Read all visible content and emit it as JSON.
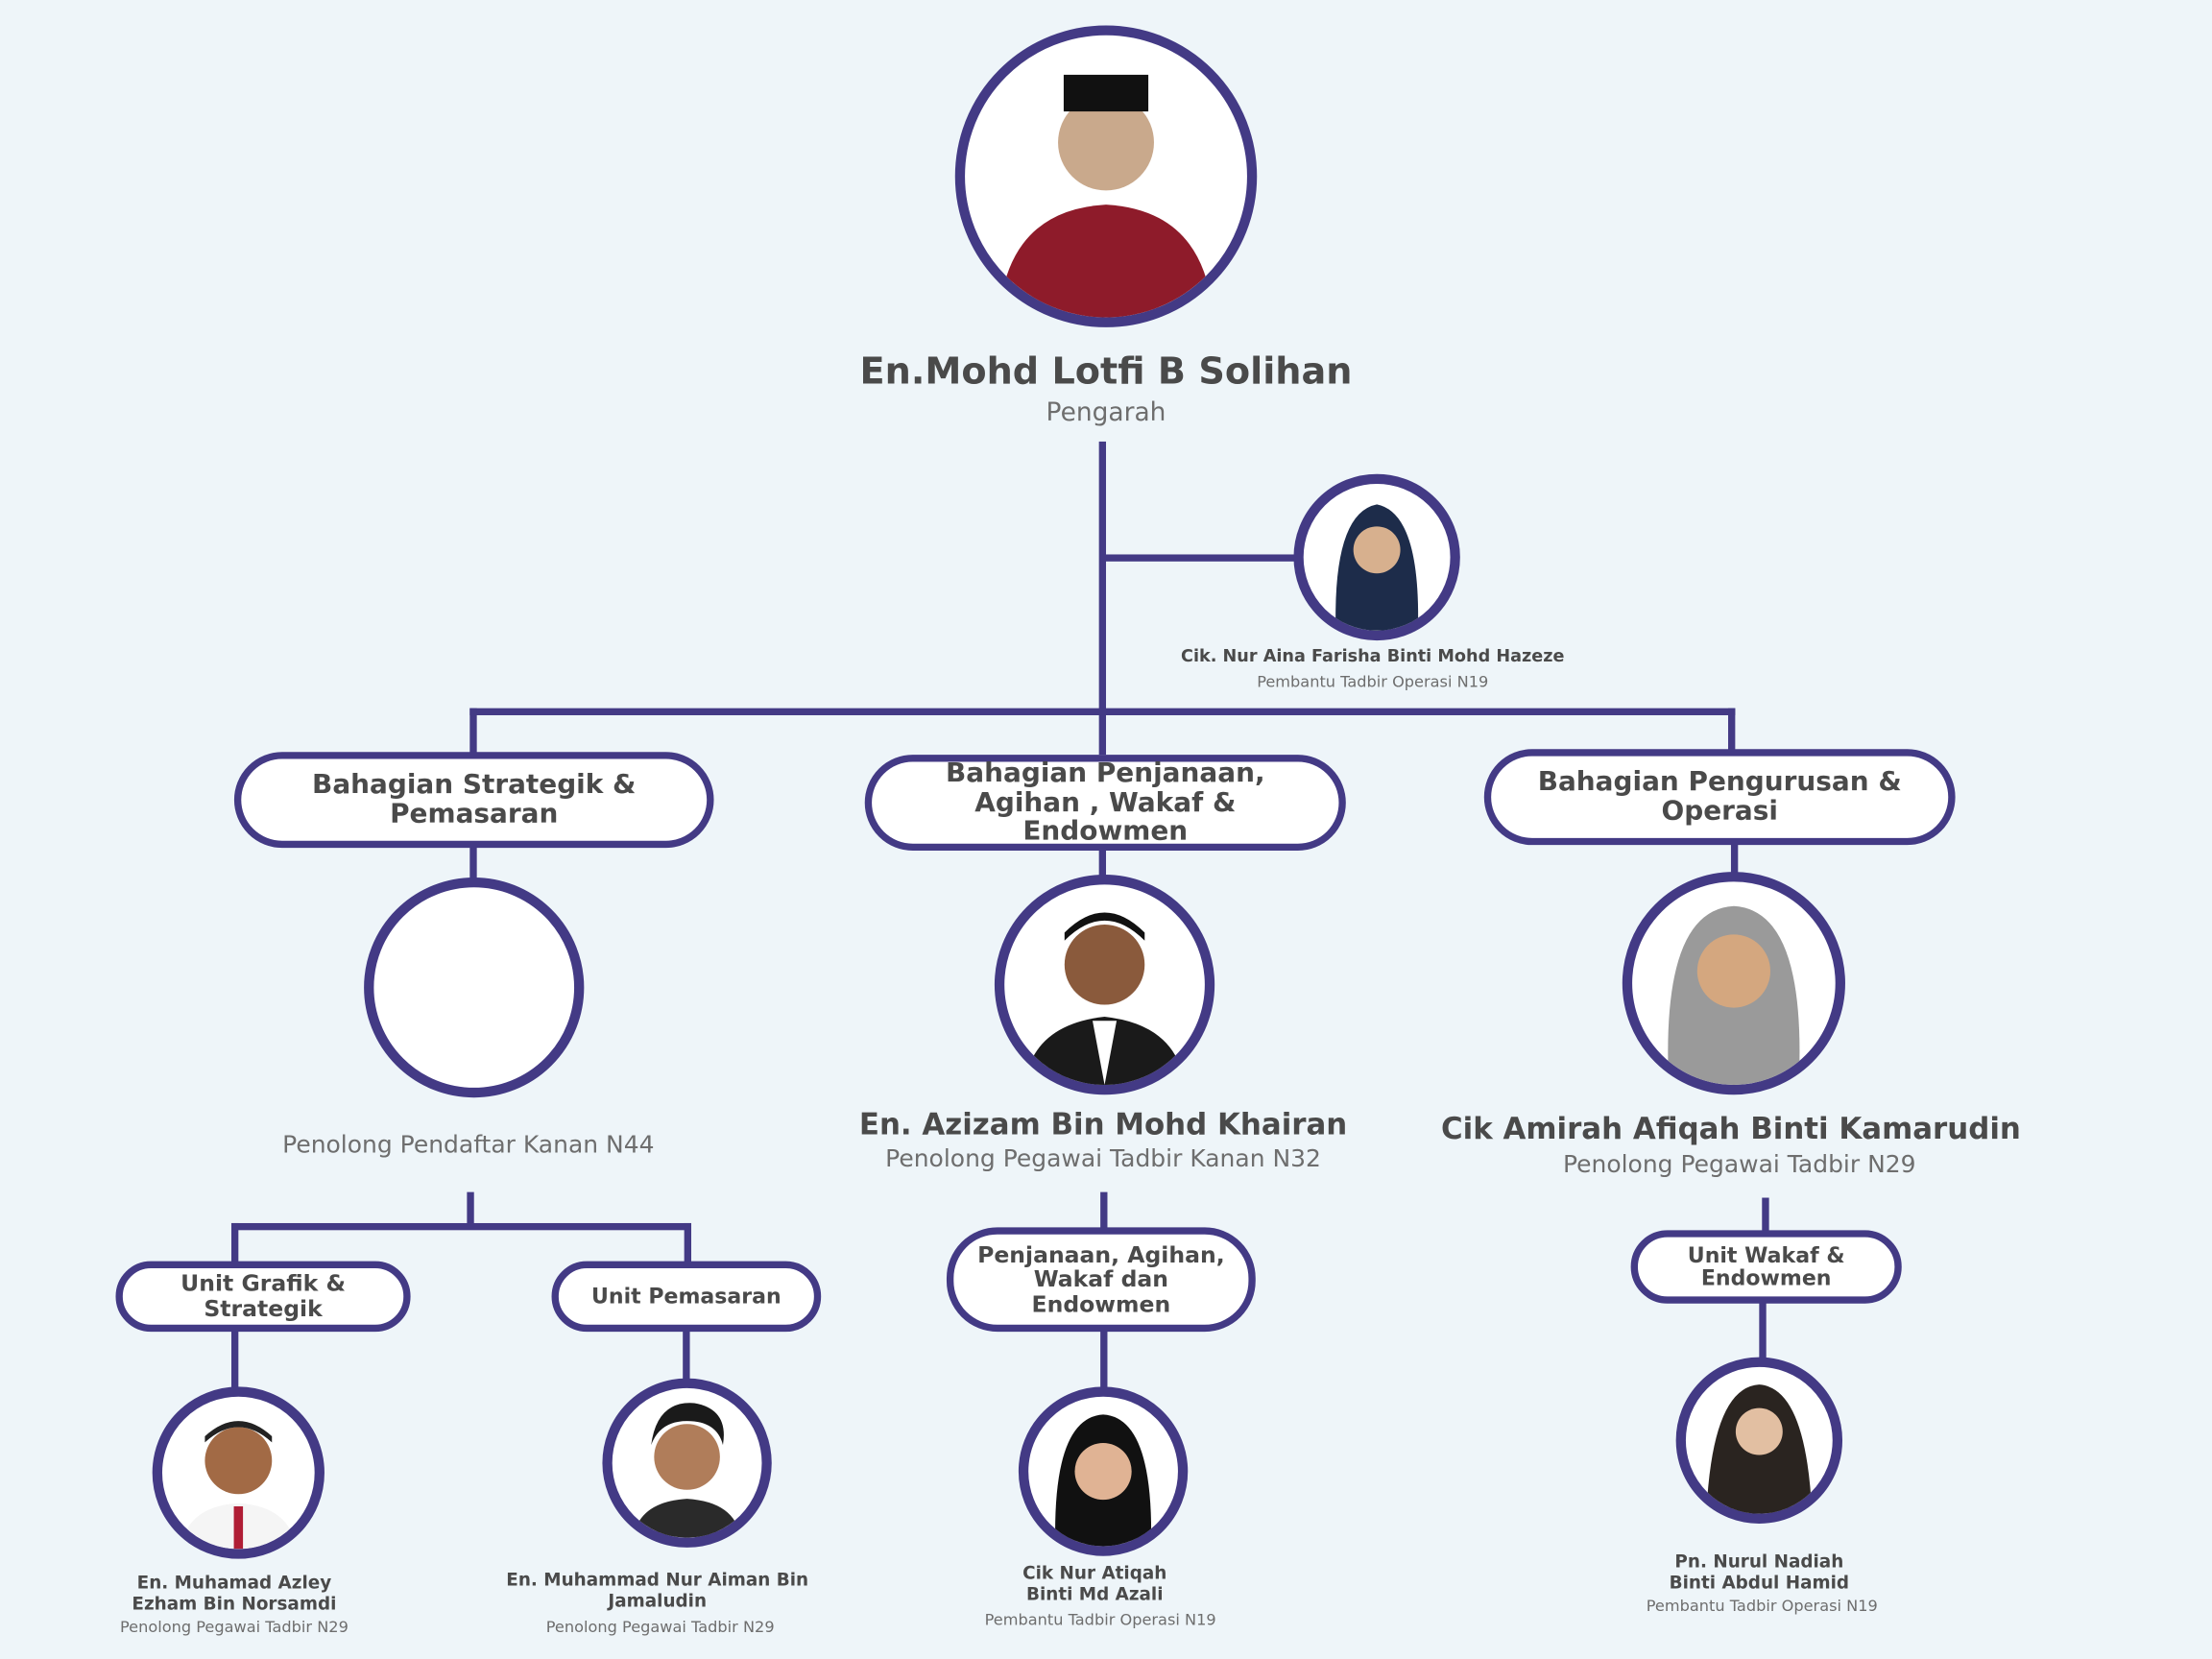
{
  "colors": {
    "background": "#eef5f9",
    "accent": "#433a85",
    "text": "#4a4a4a",
    "subtext": "#6e6e6e"
  },
  "director": {
    "name": "En.Mohd Lotfi B Solihan",
    "title": "Pengarah",
    "photo": "person-photo"
  },
  "secretary": {
    "name": "Cik. Nur Aina Farisha Binti Mohd Hazeze",
    "title": "Pembantu Tadbir Operasi N19",
    "photo": "person-photo"
  },
  "divisions": [
    {
      "label": "Bahagian Strategik & Pemasaran",
      "head": {
        "name": "",
        "title": "Penolong Pendaftar Kanan N44",
        "photo": "empty-photo"
      },
      "units": [
        {
          "label": "Unit Grafik & Strategik",
          "staff": {
            "name_line1": "En. Muhamad Azley",
            "name_line2": "Ezham Bin Norsamdi",
            "title": "Penolong Pegawai Tadbir N29"
          }
        },
        {
          "label": "Unit Pemasaran",
          "staff": {
            "name_line1": "En. Muhammad Nur Aiman Bin",
            "name_line2": "Jamaludin",
            "title": "Penolong Pegawai Tadbir N29"
          }
        }
      ]
    },
    {
      "label": "Bahagian Penjanaan, Agihan , Wakaf & Endowmen",
      "head": {
        "name": "En. Azizam Bin Mohd Khairan",
        "title": "Penolong Pegawai Tadbir Kanan N32",
        "photo": "person-photo"
      },
      "units": [
        {
          "label": "Penjanaan, Agihan, Wakaf dan Endowmen",
          "staff": {
            "name_line1": "Cik Nur Atiqah",
            "name_line2": "Binti Md Azali",
            "title": "Pembantu Tadbir Operasi N19"
          }
        }
      ]
    },
    {
      "label": "Bahagian Pengurusan & Operasi",
      "head": {
        "name": "Cik Amirah Afiqah Binti Kamarudin",
        "title": "Penolong Pegawai Tadbir N29",
        "photo": "person-photo"
      },
      "units": [
        {
          "label": "Unit Wakaf & Endowmen",
          "staff": {
            "name_line1": "Pn. Nurul Nadiah",
            "name_line2": "Binti Abdul Hamid",
            "title": "Pembantu Tadbir Operasi N19"
          }
        }
      ]
    }
  ]
}
